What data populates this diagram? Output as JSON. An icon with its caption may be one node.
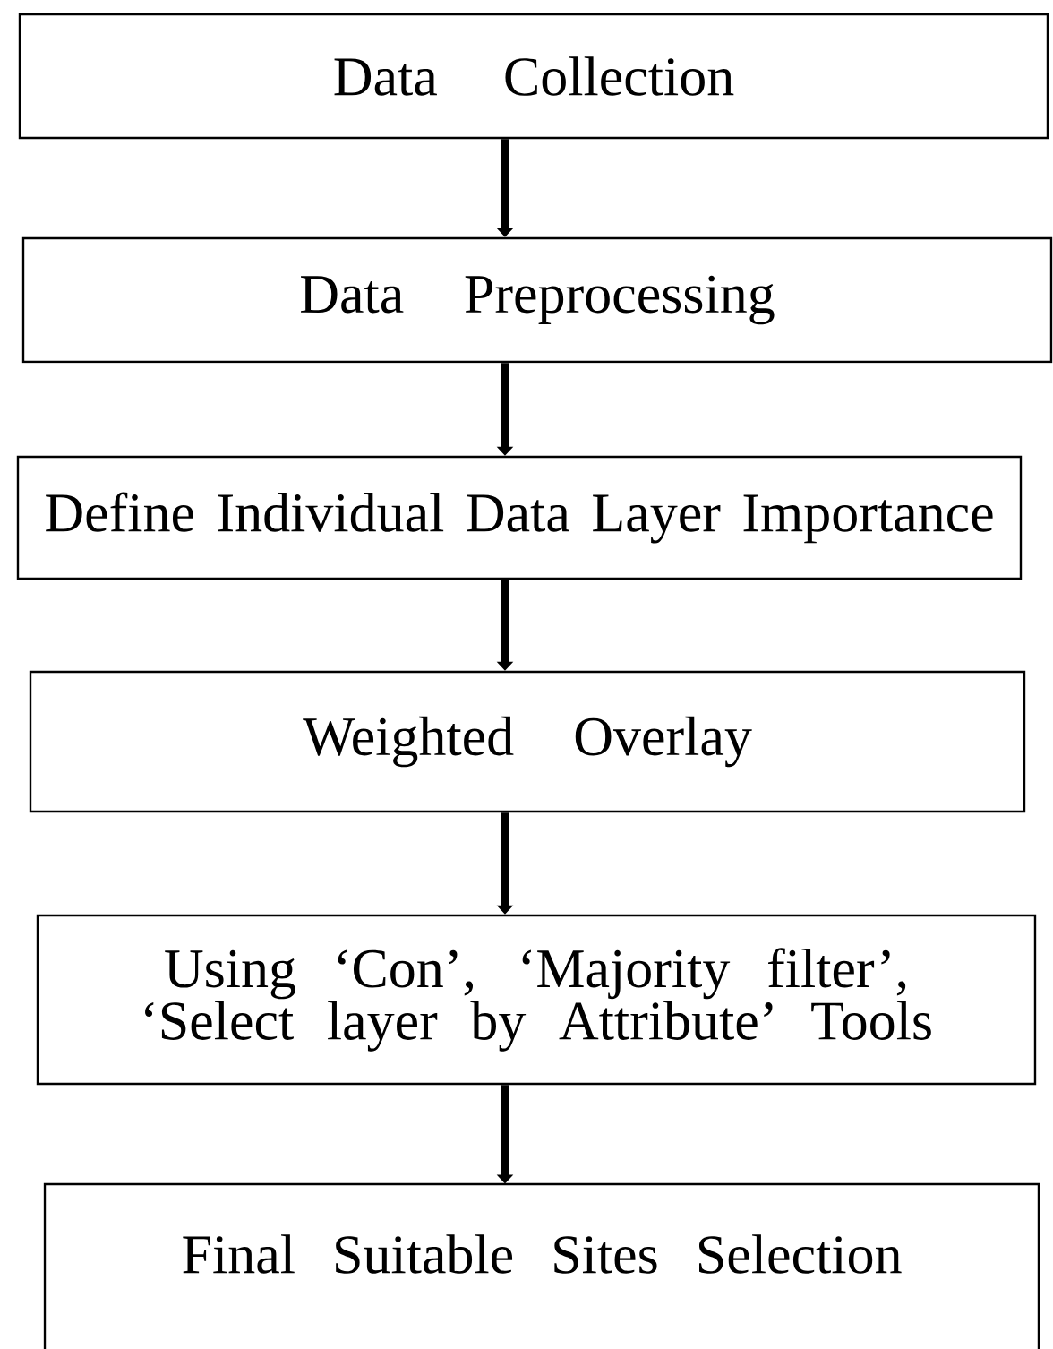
{
  "diagram": {
    "nodes": [
      {
        "text": [
          "Data Collection"
        ]
      },
      {
        "text": [
          "Data Preprocessing"
        ]
      },
      {
        "text": [
          "Define Individual Data Layer Importance"
        ]
      },
      {
        "text": [
          "Weighted Overlay"
        ]
      },
      {
        "text": [
          "Using ‘Con’, ‘Majority filter’, ‘Select layer by Attribute’ Tools"
        ]
      },
      {
        "text": [
          "Final Suitable Sites Selection"
        ]
      }
    ],
    "edges": [
      {
        "from": 0,
        "to": 1,
        "arrow": "to"
      },
      {
        "from": 1,
        "to": 2,
        "arrow": "to"
      },
      {
        "from": 2,
        "to": 3,
        "arrow": "to"
      },
      {
        "from": 3,
        "to": 4,
        "arrow": "to"
      },
      {
        "from": 4,
        "to": 5,
        "arrow": "to"
      }
    ]
  }
}
